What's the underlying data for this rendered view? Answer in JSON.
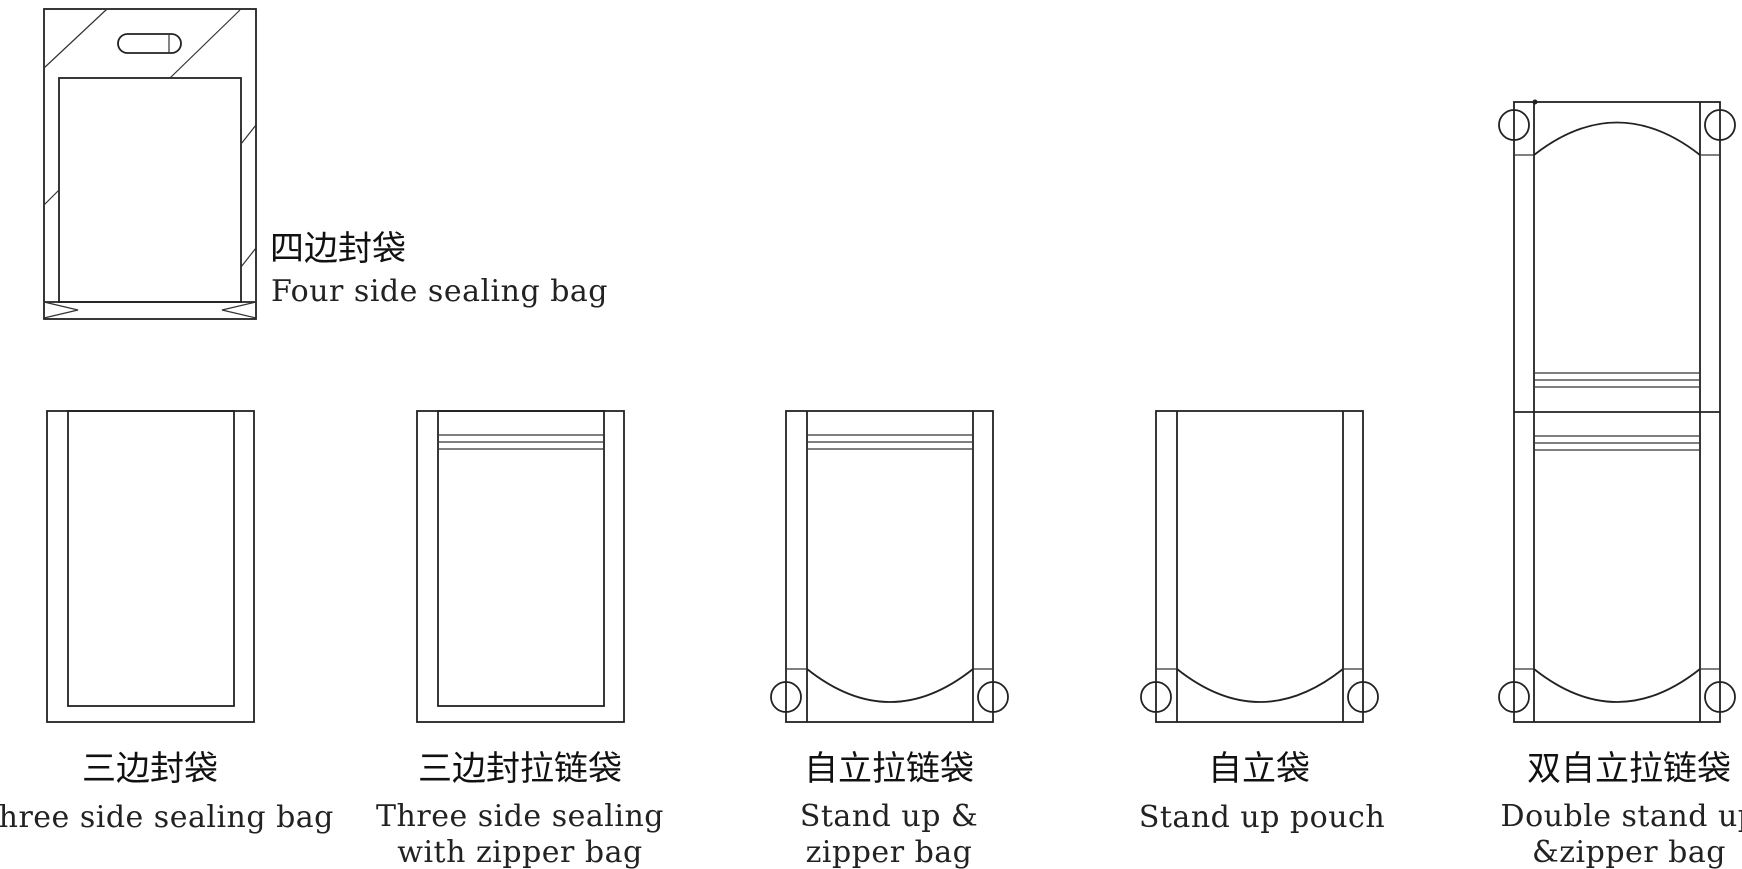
{
  "diagram": {
    "title": "",
    "bags": [
      {
        "zh": "四边封袋",
        "en1": "Four side sealing bag",
        "en2": ""
      },
      {
        "zh": "三边封袋",
        "en1": "Three side sealing bag",
        "en2": ""
      },
      {
        "zh": "三边封拉链袋",
        "en1": "Three side sealing",
        "en2": "with zipper bag"
      },
      {
        "zh": "自立拉链袋",
        "en1": "Stand up &",
        "en2": "zipper bag"
      },
      {
        "zh": "自立袋",
        "en1": "Stand up pouch",
        "en2": ""
      },
      {
        "zh": "双自立拉链袋",
        "en1": "Double stand up",
        "en2": "&zipper bag"
      }
    ]
  }
}
